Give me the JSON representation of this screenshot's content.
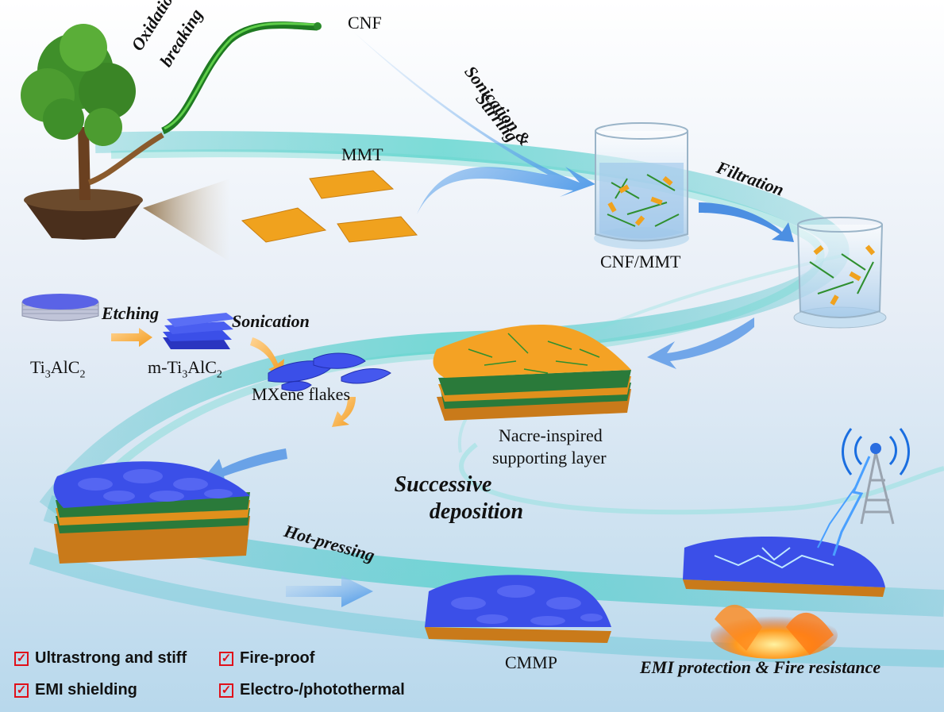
{
  "labels": {
    "cnf": "CNF",
    "mmt": "MMT",
    "cnf_mmt": "CNF/MMT",
    "ti3alc2_base": "Ti",
    "ti3alc2_s1": "3",
    "ti3alc2_mid": "AlC",
    "ti3alc2_s2": "2",
    "m_ti3alc2_base": "m-Ti",
    "m_ti3alc2_s1": "3",
    "m_ti3alc2_mid": "AlC",
    "m_ti3alc2_s2": "2",
    "mxene": "MXene flakes",
    "nacre_line1": "Nacre-inspired",
    "nacre_line2": "supporting layer",
    "cmmp": "CMMP"
  },
  "steps": {
    "oxidation_line1": "Oxidation &",
    "oxidation_line2": "breaking",
    "sonication_stirring_line1": "Sonication &",
    "sonication_stirring_line2": "Stirring",
    "filtration": "Filtration",
    "etching": "Etching",
    "sonication": "Sonication",
    "hot_pressing": "Hot-pressing",
    "successive_line1": "Successive",
    "successive_line2": "deposition",
    "emi_fire": "EMI protection & Fire resistance"
  },
  "features": [
    {
      "label": "Ultrastrong and stiff"
    },
    {
      "label": "Fire-proof"
    },
    {
      "label": "EMI shielding"
    },
    {
      "label": "Electro-/photothermal"
    }
  ],
  "colors": {
    "mxene_blue": "#3b4fe8",
    "clay_orange": "#f0a21e",
    "fiber_green": "#2f8f2f",
    "check_red": "#e0101a",
    "swoosh_cyan": "#3fc1c9"
  }
}
